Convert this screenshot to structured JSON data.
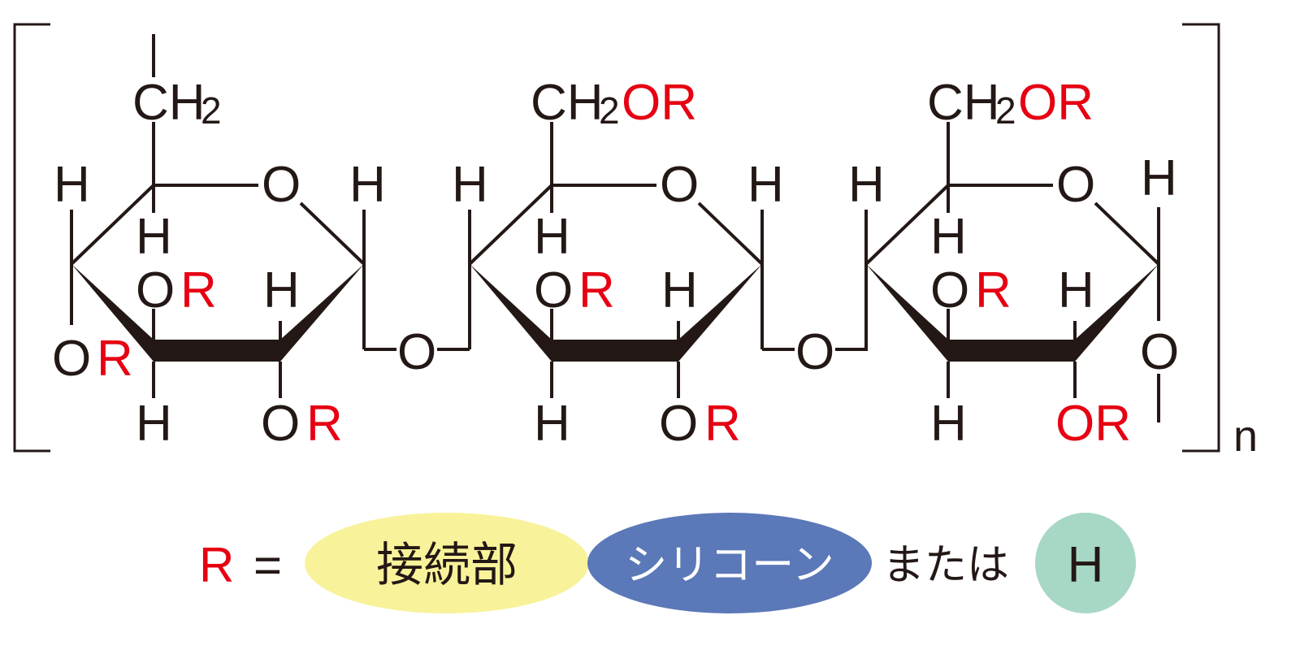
{
  "colors": {
    "bond": "#231815",
    "text": "#231815",
    "red": "#e60012",
    "connector_fill": "#f8f29a",
    "silicone_fill": "#5b78b8",
    "h_fill": "#a7d7c5"
  },
  "atoms": {
    "ch2": "CH",
    "sub2": "2",
    "o": "O",
    "h": "H",
    "r": "R",
    "or": "OR"
  },
  "repeat_label": "n",
  "legend": {
    "r": "R",
    "equals": "=",
    "connector": "接続部",
    "silicone": "シリコーン",
    "or_text": "または",
    "h": "H"
  }
}
